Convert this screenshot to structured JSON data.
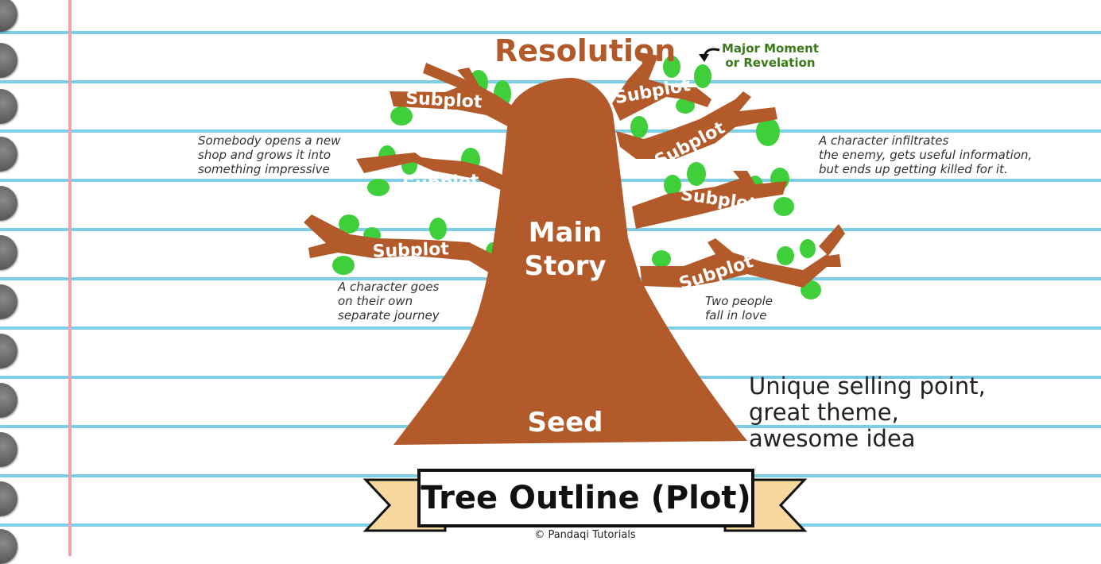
{
  "diagram": {
    "resolution_label": "Resolution",
    "main_story_label_line1": "Main",
    "main_story_label_line2": "Story",
    "seed_label": "Seed",
    "subplot_label": "Subplot",
    "major_moment_note": "Major Moment\nor Revelation",
    "notes": {
      "shop": "Somebody opens a new\nshop and grows it into\nsomething impressive",
      "journey": "A character goes\non their own\nseparate journey",
      "infiltrate": "A character infiltrates\nthe enemy, gets useful information,\nbut ends up getting killed for it.",
      "love": "Two people\nfall in love"
    },
    "seed_description": "Unique selling point,\ngreat theme,\nawesome idea"
  },
  "banner": {
    "title": "Tree Outline (Plot)",
    "credit": "© Pandaqi Tutorials"
  },
  "colors": {
    "trunk": "#b25a2a",
    "leaf": "#3fcf3a",
    "leaf_dark": "#2aa828",
    "line": "#7ecfe6",
    "margin": "#f1a3ad",
    "banner_ribbon": "#f7d9a0"
  }
}
